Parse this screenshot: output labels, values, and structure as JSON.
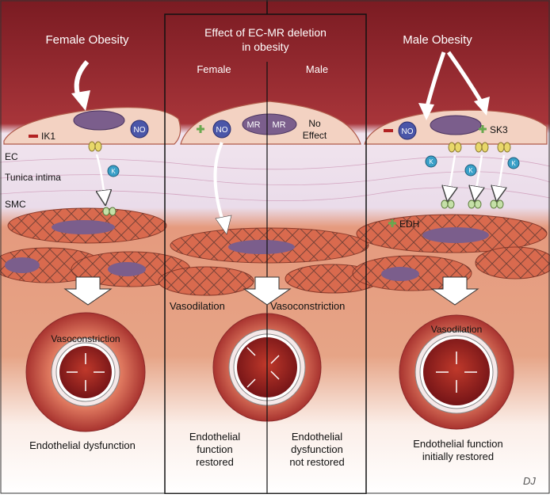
{
  "panels": {
    "left": {
      "heading": "Female Obesity",
      "ik1_label": "IK1",
      "no_label": "NO",
      "k_label": "K",
      "ec_label": "EC",
      "intima_label": "Tunica intima",
      "smc_label": "SMC",
      "vessel_label": "Vasoconstriction",
      "outcome": "Endothelial dysfunction"
    },
    "middle": {
      "heading_line1": "Effect of EC-MR deletion",
      "heading_line2": "in obesity",
      "female_label": "Female",
      "male_label": "Male",
      "no_label": "NO",
      "mr_left": "MR",
      "mr_right": "MR",
      "no_effect_line1": "No",
      "no_effect_line2": "Effect",
      "vasodilation_label": "Vasodilation",
      "vasoconstriction_label": "Vasoconstriction",
      "female_outcome_line1": "Endothelial",
      "female_outcome_line2": "function",
      "female_outcome_line3": "restored",
      "male_outcome_line1": "Endothelial",
      "male_outcome_line2": "dysfunction",
      "male_outcome_line3": "not restored"
    },
    "right": {
      "heading": "Male Obesity",
      "no_label": "NO",
      "sk3_label": "SK3",
      "k_label": "K",
      "edh_label": "EDH",
      "vessel_label": "Vasodilation",
      "outcome_line1": "Endothelial function",
      "outcome_line2": "initially restored"
    }
  },
  "signature": "DJ",
  "colors": {
    "blood": "#8c2025",
    "ec_fill": "#f3d2c2",
    "smc_fill": "#d96a4e",
    "nucleus": "#7b5e8c",
    "no_fill": "#4a56a8",
    "k_fill": "#3aa0c8",
    "channel": "#e8d76a",
    "minus": "#b22222",
    "plus": "#6aa84f",
    "intima": "#ece3ef"
  }
}
